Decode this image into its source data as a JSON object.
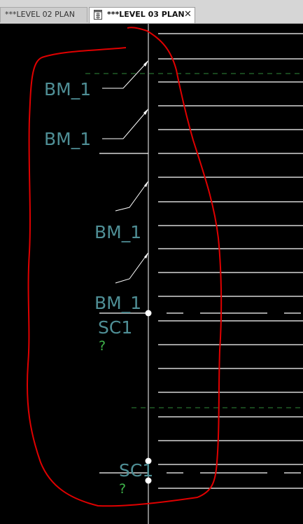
{
  "tabs": [
    {
      "label": "***LEVEL 02 PLAN",
      "active": false
    },
    {
      "label": "***LEVEL 03 PLAN",
      "active": true,
      "close_glyph": "✕",
      "icon": "sheet-view-icon"
    }
  ],
  "annotations": {
    "beam_tag": "BM_1",
    "column_tag": "SC1",
    "unknown_mark": "?"
  },
  "colors": {
    "background": "#000000",
    "tag_text": "#4f8f96",
    "question_mark": "#3fb54a",
    "markup_cloud": "#e00000",
    "grid_dash": "#2f8a3a",
    "linework": "#ffffff"
  }
}
